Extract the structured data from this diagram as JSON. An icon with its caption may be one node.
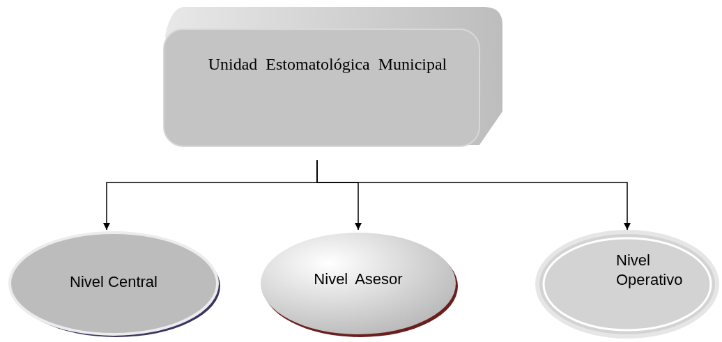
{
  "diagram": {
    "nodes": [
      {
        "text": [
          "Unidad Estomatológica Municipal"
        ]
      },
      {
        "text": [
          "Nivel Central"
        ]
      },
      {
        "text": [
          "Nivel Asesor"
        ]
      },
      {
        "text": [
          "Nivel Operativo"
        ]
      }
    ],
    "edges": [
      {
        "from": 0,
        "to": 1,
        "arrow": "to"
      },
      {
        "from": 0,
        "to": 2,
        "arrow": "to"
      },
      {
        "from": 0,
        "to": 3,
        "arrow": "to"
      }
    ]
  }
}
